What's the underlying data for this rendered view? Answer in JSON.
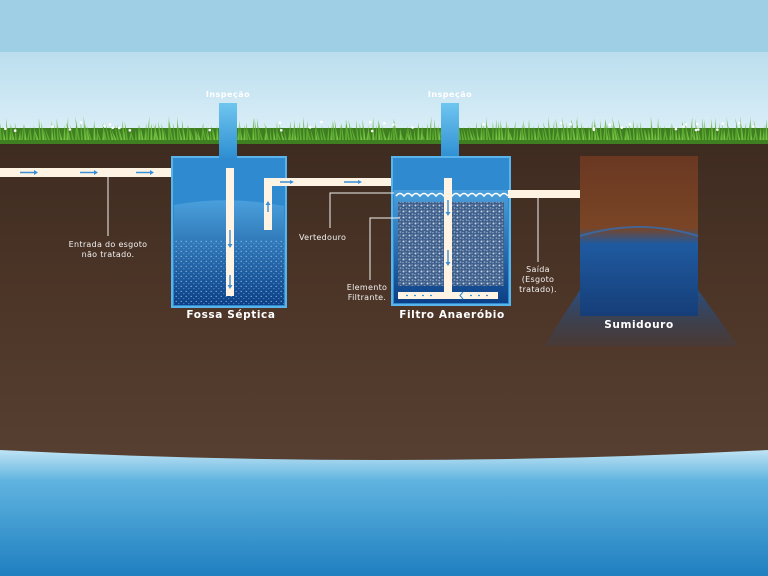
{
  "labels": {
    "inspection_1": "Inspeção",
    "inspection_2": "Inspeção",
    "inlet_line1": "Entrada do esgoto",
    "inlet_line2": "não tratado.",
    "septic_tank": "Fossa Séptica",
    "weir": "Vertedouro",
    "filter_element_line1": "Elemento",
    "filter_element_line2": "Filtrante.",
    "anaerobic_filter": "Filtro Anaeróbio",
    "outlet_line1": "Saída",
    "outlet_line2": "(Esgoto",
    "outlet_line3": "tratado).",
    "sink_pit": "Sumidouro"
  },
  "colors": {
    "sky": "#9fd0e6",
    "grass": "#4f9a2a",
    "soil": "#4a3427",
    "water_table": "#2c8fc6",
    "tank_water": "#1e6fb8",
    "pipe": "#fff2e0"
  }
}
